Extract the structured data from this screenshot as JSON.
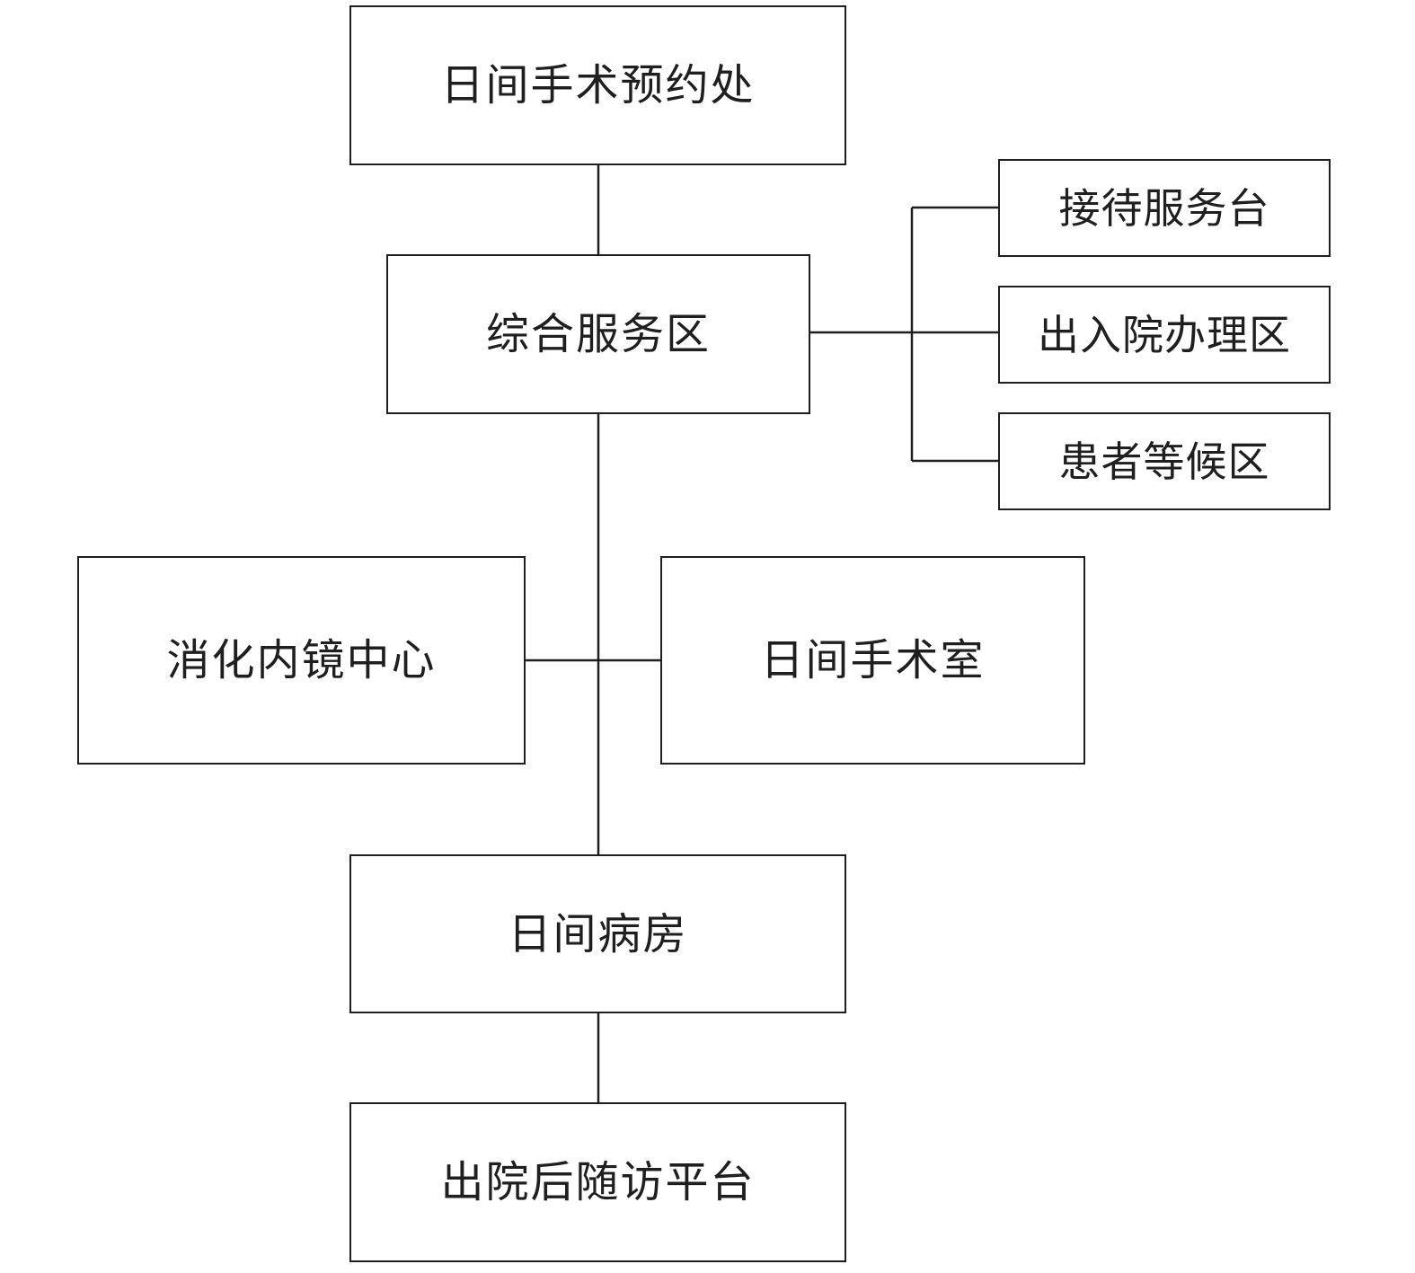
{
  "nodes": {
    "appointment": "日间手术预约处",
    "service_area": "综合服务区",
    "reception_desk": "接待服务台",
    "admission_discharge": "出入院办理区",
    "waiting_area": "患者等候区",
    "endoscopy_center": "消化内镜中心",
    "surgery_room": "日间手术室",
    "day_ward": "日间病房",
    "followup_platform": "出院后随访平台"
  },
  "colors": {
    "line": "#1f1f1f",
    "background": "#ffffff"
  }
}
